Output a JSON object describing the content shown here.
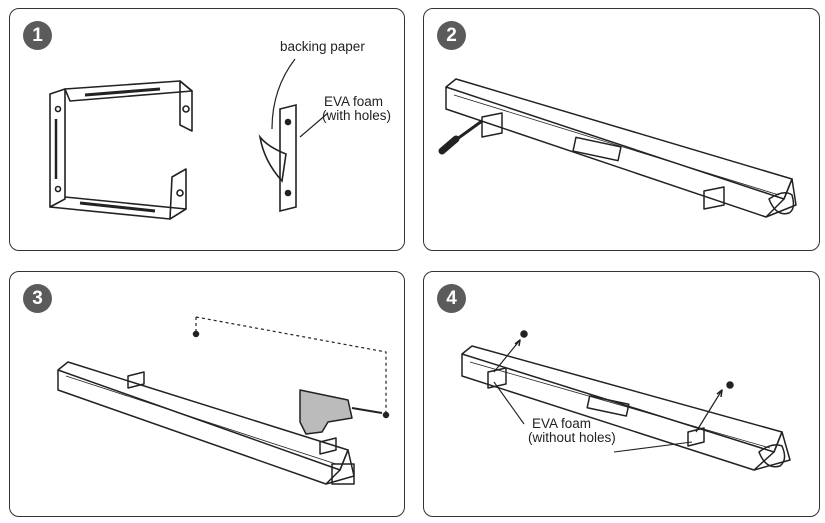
{
  "steps": [
    {
      "number": "1",
      "labels": {
        "backing_paper": "backing paper",
        "eva_foam_line1": "EVA foam",
        "eva_foam_line2": "(with holes)"
      }
    },
    {
      "number": "2"
    },
    {
      "number": "3"
    },
    {
      "number": "4",
      "labels": {
        "eva_foam_line1": "EVA foam",
        "eva_foam_line2": "(without holes)"
      }
    }
  ],
  "colors": {
    "badge": "#5b5b5b",
    "border": "#333333",
    "line": "#222222"
  }
}
